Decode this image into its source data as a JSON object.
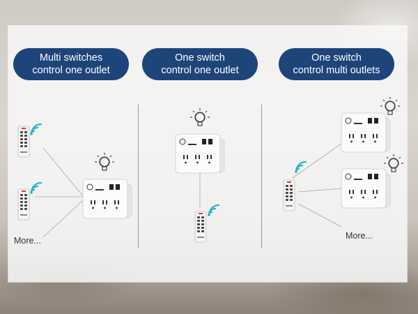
{
  "sections": [
    {
      "title_line1": "Multi switches",
      "title_line2": "control one outlet",
      "more_label": "More..."
    },
    {
      "title_line1": "One switch",
      "title_line2": "control one outlet"
    },
    {
      "title_line1": "One switch",
      "title_line2": "control multi outlets",
      "more_label": "More..."
    }
  ],
  "colors": {
    "pill": "#1d4579",
    "signal": "#25b8c9",
    "panel": "#f8f8f8"
  },
  "icons": [
    "remote-control-icon",
    "wireless-signal-icon",
    "light-bulb-icon",
    "outlet-adapter-icon"
  ]
}
